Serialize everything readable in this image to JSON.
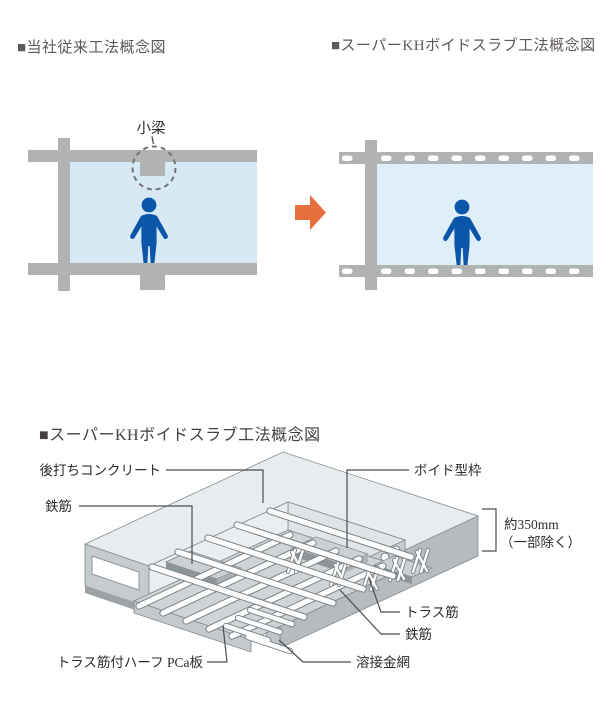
{
  "headers": {
    "left": "■当社従来工法概念図",
    "right": "■スーパーKHボイドスラブ工法概念図",
    "bottom": "■スーパーKHボイドスラブ工法概念図"
  },
  "comparison": {
    "left_diagram": {
      "beam_label": "小梁"
    },
    "arrow": "right-arrow"
  },
  "figure3d": {
    "labels": {
      "post_concrete": "後打ちコンクリート",
      "rebar_left": "鉄筋",
      "void_form": "ボイド型枠",
      "thickness": "約350mm",
      "thickness_note": "（一部除く）",
      "truss": "トラス筋",
      "rebar_right": "鉄筋",
      "mesh": "溶接金網",
      "pca_board": "トラス筋付ハーフ PCa板"
    }
  },
  "colors": {
    "slab_gray": "#B1B2B2",
    "room_blue_left": "#D8E9F6",
    "room_blue_right": "#DEEFFA",
    "person_blue": "#0C56A9",
    "arrow_orange": "#E76F3E",
    "header_gray": "#5E585A",
    "header_dark": "#443F41",
    "slab_top_face": "#E7ECEF",
    "slab_right_face": "#B6BBBF",
    "slab_left_face": "#C6CBCE",
    "board_floor": "#CFD4D7",
    "leader_line": "#4D4D4F"
  }
}
